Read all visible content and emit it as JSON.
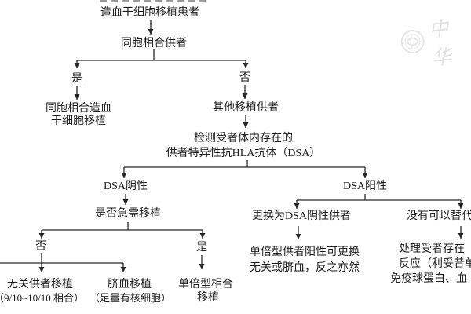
{
  "nodes": {
    "patient": "造血干细胞移植患者",
    "sibling_donor": "同胞相合供者",
    "yes1": "是",
    "no1": "否",
    "sibling_hsct": "同胞相合造血\n干细胞移植",
    "other_donor": "其他移植供者",
    "dsa_test": "检测受者体内存在的\n供者特异性抗HLA抗体（DSA）",
    "dsa_negative": "DSA阴性",
    "dsa_positive": "DSA阳性",
    "urgent_question": "是否急需移植",
    "no2": "否",
    "yes2": "是",
    "unrelated_line1": "无关供者移植",
    "unrelated_line2": "（9/10~10/10 相合）",
    "cord_line1": "脐血移植",
    "cord_line2": "（足量有核细胞）",
    "haplo_line1": "单倍型相合",
    "haplo_line2": "移植",
    "switch_to_negative": "更换为DSA阴性供者",
    "switch_note": "单倍型供者阳性可更换\n无关或脐血，反之亦然",
    "no_alternative": "没有可以替代",
    "treat_line1": "处理受者存在",
    "treat_line2": "反应（利妥昔单",
    "treat_line3": "免疫球蛋白、血"
  },
  "watermark": {
    "text": "中华"
  },
  "colors": {
    "text": "#1c1c1c",
    "line": "#262626",
    "watermark": "#e2e2e2",
    "background": "#ffffff"
  }
}
